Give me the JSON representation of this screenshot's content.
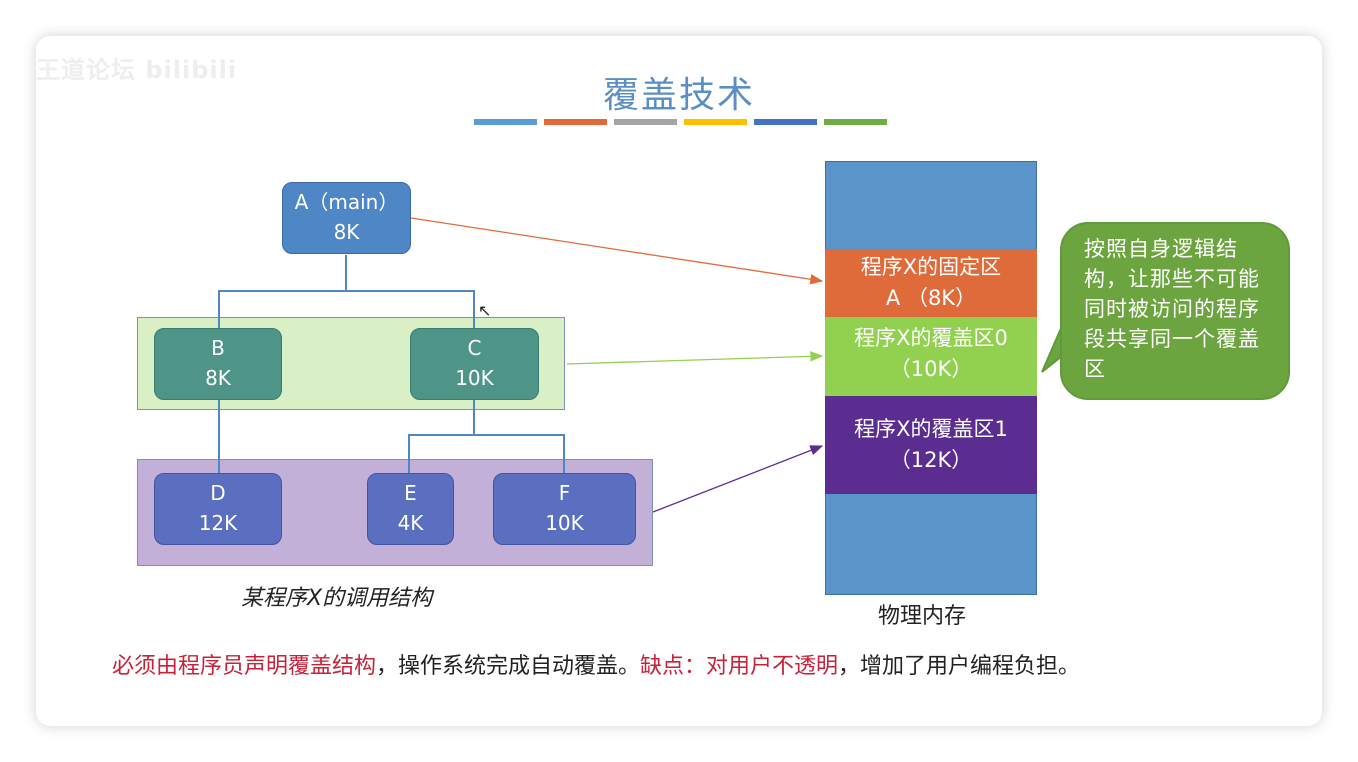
{
  "watermark": "王道论坛 bilibili",
  "title": "覆盖技术",
  "title_bar_colors": [
    "#5b9bd5",
    "#e06b3a",
    "#a5a5a5",
    "#ffc000",
    "#4472c4",
    "#70ad47"
  ],
  "tree": {
    "root": {
      "name": "A（main）",
      "size": "8K"
    },
    "level1": [
      {
        "name": "B",
        "size": "8K"
      },
      {
        "name": "C",
        "size": "10K"
      }
    ],
    "level2": [
      {
        "name": "D",
        "size": "12K"
      },
      {
        "name": "E",
        "size": "4K"
      },
      {
        "name": "F",
        "size": "10K"
      }
    ],
    "caption": "某程序X的调用结构"
  },
  "memory": {
    "fixed": {
      "line1": "程序X的固定区",
      "line2": "A （8K）"
    },
    "overlay0": {
      "line1": "程序X的覆盖区0",
      "line2": "（10K）"
    },
    "overlay1": {
      "line1": "程序X的覆盖区1",
      "line2": "（12K）"
    },
    "label": "物理内存"
  },
  "callout": "按照自身逻辑结构，让那些不可能同时被访问的程序段共享同一个覆盖区",
  "footer": {
    "red1": "必须由程序员声明覆盖结构",
    "black1": "，操作系统完成自动覆盖。",
    "red2": "缺点：对用户不透明",
    "black2": "，增加了用户编程负担。"
  },
  "colors": {
    "box_top": "#4f86c6",
    "box_level1": "#4f9587",
    "box_level2": "#5a6fc0",
    "band_level1": "#d9efc6",
    "band_level2": "#c3b0d8",
    "mem_blue": "#5b94c8",
    "mem_fixed": "#e06b3a",
    "mem_overlay0": "#92d050",
    "mem_overlay1": "#5c2d91",
    "callout": "#6ca53f",
    "accent_red": "#c8223a"
  }
}
